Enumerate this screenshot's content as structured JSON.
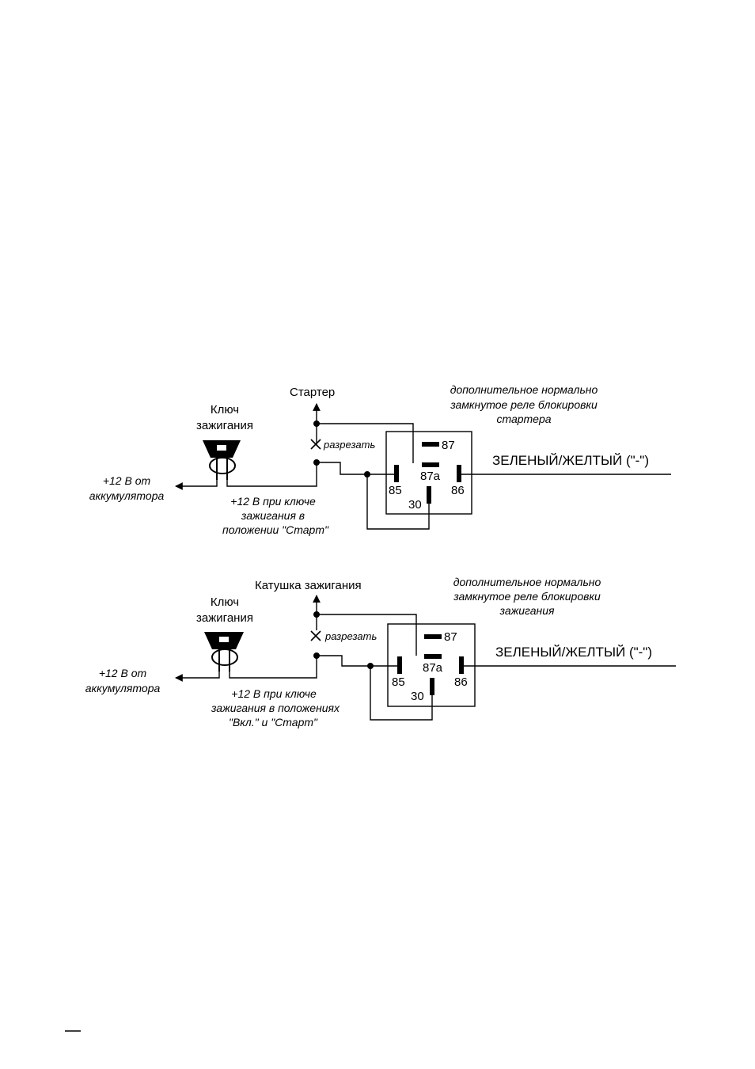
{
  "diagram_top": {
    "starter_label": "Стартер",
    "key_label_1": "Ключ",
    "key_label_2": "зажигания",
    "cut_label": "разрезать",
    "relay_desc_1": "дополнительное нормально",
    "relay_desc_2": "замкнутое реле блокировки",
    "relay_desc_3": "стартера",
    "battery_1": "+12 В от",
    "battery_2": "аккумулятора",
    "note_1": "+12 В при ключе",
    "note_2": "зажигания в",
    "note_3": "положении \"Старт\"",
    "pin_87": "87",
    "pin_87a": "87a",
    "pin_85": "85",
    "pin_86": "86",
    "pin_30": "30",
    "wire_label": "ЗЕЛЕНЫЙ/ЖЕЛТЫЙ (\"-\")"
  },
  "diagram_bottom": {
    "coil_label": "Катушка зажигания",
    "key_label_1": "Ключ",
    "key_label_2": "зажигания",
    "cut_label": "разрезать",
    "relay_desc_1": "дополнительное нормально",
    "relay_desc_2": "замкнутое реле блокировки",
    "relay_desc_3": "зажигания",
    "battery_1": "+12 В от",
    "battery_2": "аккумулятора",
    "note_1": "+12 В при ключе",
    "note_2": "зажигания в положениях",
    "note_3": "\"Вкл.\" и \"Старт\"",
    "pin_87": "87",
    "pin_87a": "87a",
    "pin_85": "85",
    "pin_86": "86",
    "pin_30": "30",
    "wire_label": "ЗЕЛЕНЫЙ/ЖЕЛТЫЙ (\"-\")"
  }
}
